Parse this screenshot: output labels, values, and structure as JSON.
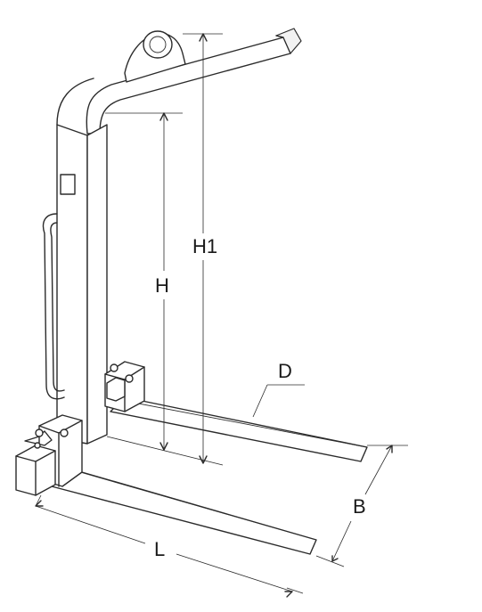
{
  "labels": {
    "h1": "H1",
    "h": "H",
    "d": "D",
    "b": "B",
    "l": "L"
  },
  "colors": {
    "stroke": "#2b2b2b",
    "background": "#ffffff"
  }
}
